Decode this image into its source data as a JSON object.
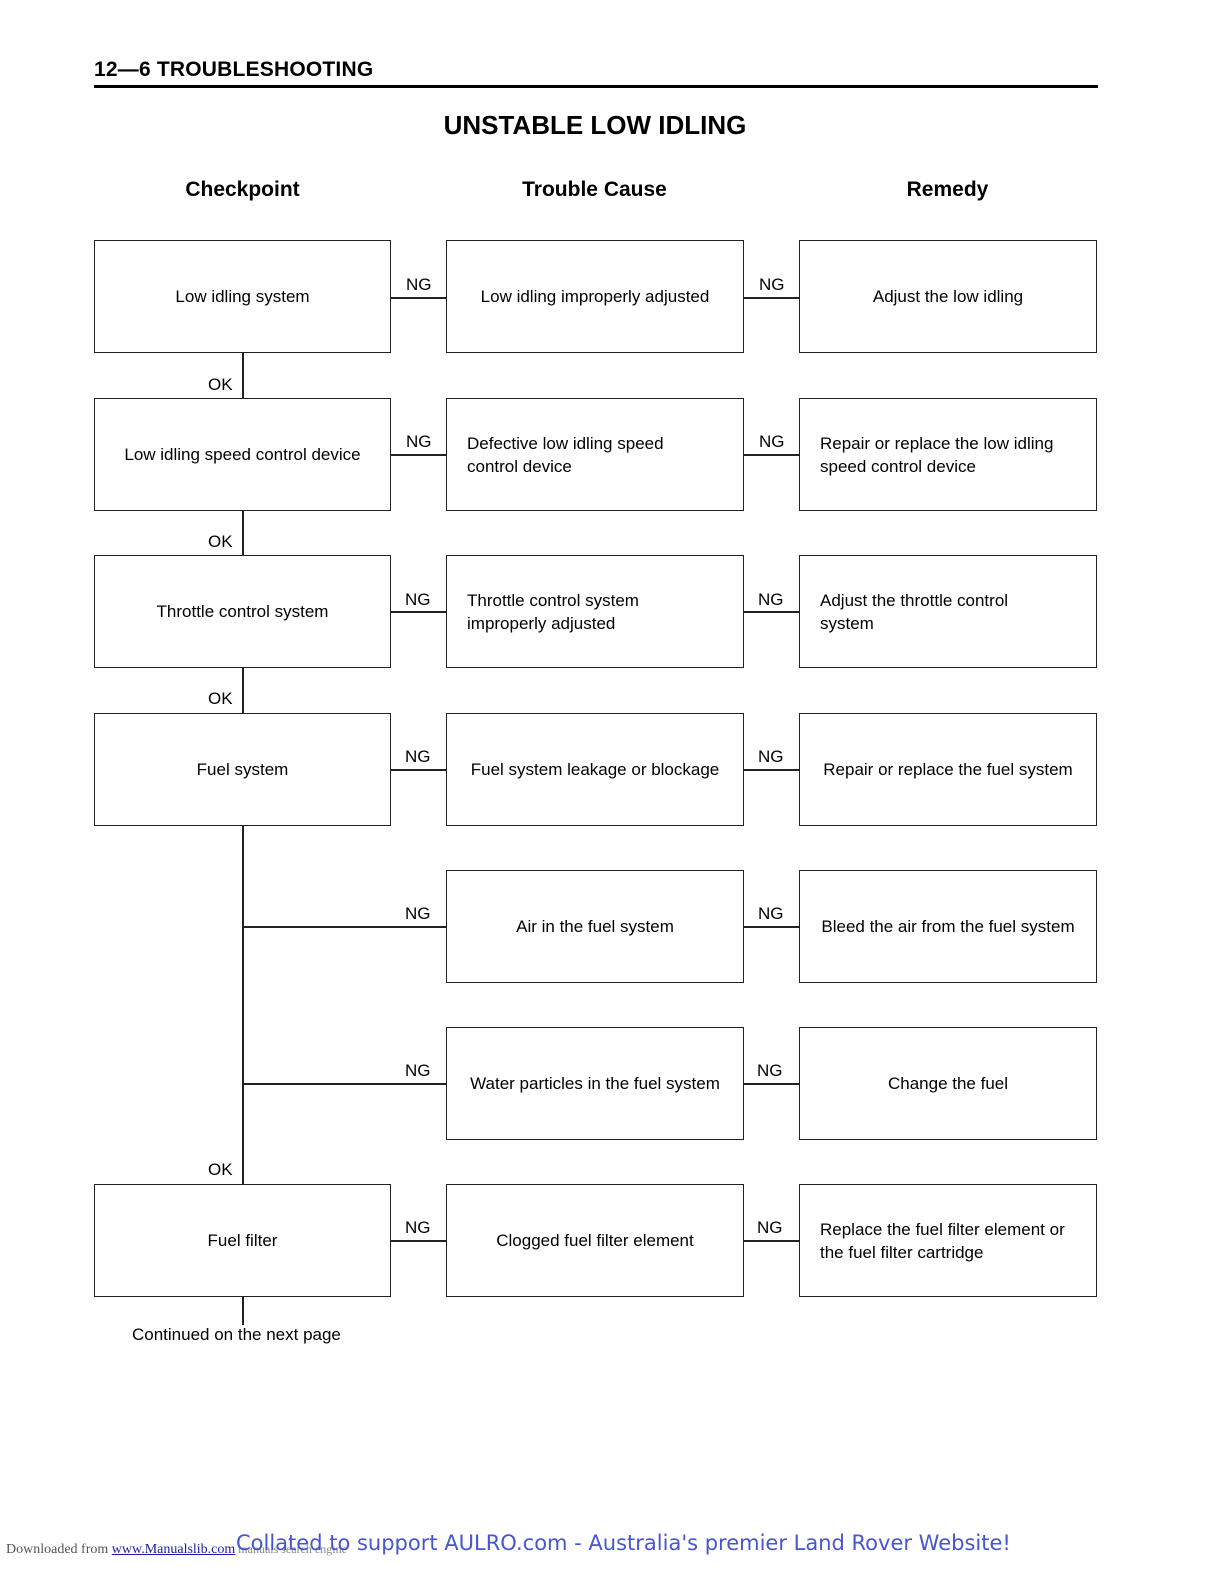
{
  "header": {
    "section": "12—6 TROUBLESHOOTING"
  },
  "title": "UNSTABLE LOW IDLING",
  "columns": {
    "checkpoint": "Checkpoint",
    "cause": "Trouble Cause",
    "remedy": "Remedy"
  },
  "checkpoints": [
    "Low idling system",
    "Low idling speed control device",
    "Throttle control system",
    "Fuel system",
    "Fuel filter"
  ],
  "causes": [
    "Low idling improperly adjusted",
    "Defective low idling speed control device",
    "Throttle control system improperly adjusted",
    "Fuel system leakage or blockage",
    "Air in the fuel system",
    "Water particles in the fuel system",
    "Clogged fuel filter element"
  ],
  "remedies": [
    "Adjust the low idling",
    "Repair or replace the low idling speed control device",
    "Adjust the throttle control system",
    "Repair or replace the fuel system",
    "Bleed the air from the fuel system",
    "Change the fuel",
    "Replace the fuel filter element or the fuel filter cartridge"
  ],
  "labels": {
    "ng": "NG",
    "ok": "OK"
  },
  "continued": "Continued on the next page",
  "footer": {
    "downloaded": "Downloaded from ",
    "site": "www.Manualslib.com",
    "engine": " manuals search engine",
    "collated": "Collated to support AULRO.com - Australia's premier Land Rover Website!"
  }
}
